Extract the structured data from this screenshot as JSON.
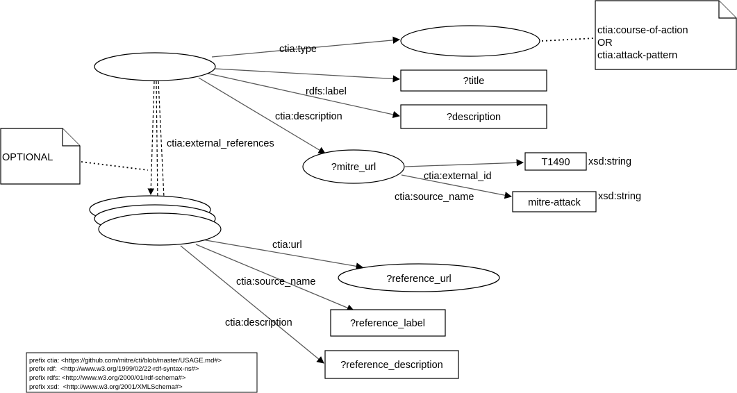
{
  "edges": {
    "type": "ctia:type",
    "label": "rdfs:label",
    "description": "ctia:description",
    "external_references": "ctia:external_references",
    "external_id": "ctia:external_id",
    "source_name": "ctia:source_name",
    "url": "ctia:url",
    "ref_source_name": "ctia:source_name",
    "ref_description": "ctia:description"
  },
  "nodes": {
    "title": "?title",
    "description": "?description",
    "mitre_url": "?mitre_url",
    "t1490": "T1490",
    "mitre_attack": "mitre-attack",
    "reference_url": "?reference_url",
    "reference_label": "?reference_label",
    "reference_description": "?reference_description"
  },
  "datatypes": {
    "external_id": "xsd:string",
    "source_name": "xsd:string"
  },
  "notes": {
    "type_options": [
      "ctia:course-of-action",
      "OR",
      "ctia:attack-pattern"
    ],
    "optional": "OPTIONAL"
  },
  "prefixes": [
    "prefix ctia: <https://github.com/mitre/cti/blob/master/USAGE.md#>",
    "prefix rdf:  <http://www.w3.org/1999/02/22-rdf-syntax-ns#>",
    "prefix rdfs: <http://www.w3.org/2000/01/rdf-schema#>",
    "prefix xsd:  <http://www.w3.org/2001/XMLSchema#>"
  ]
}
